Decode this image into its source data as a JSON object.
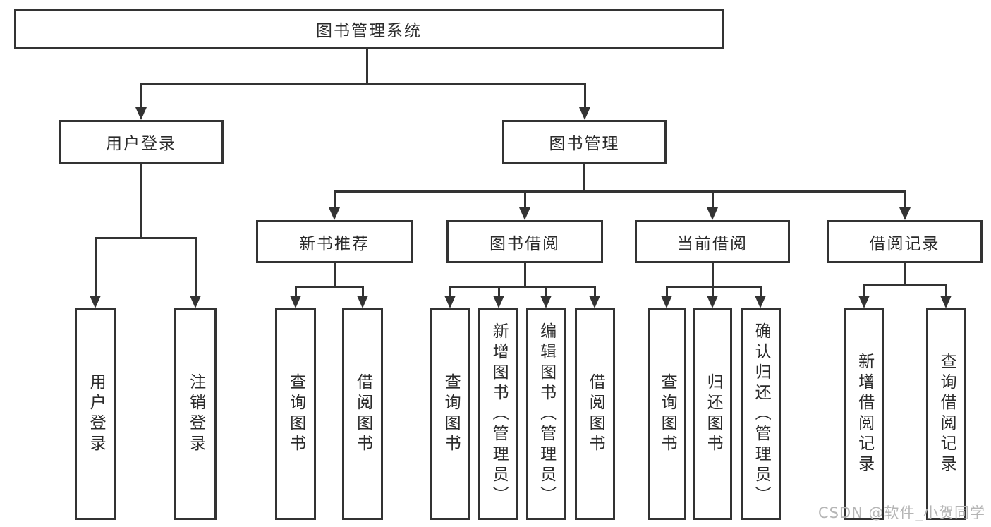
{
  "tree": {
    "root": {
      "label": "图书管理系统",
      "children": [
        {
          "label": "用户登录",
          "children": [
            {
              "label": "用户登录"
            },
            {
              "label": "注销登录"
            }
          ]
        },
        {
          "label": "图书管理",
          "children": [
            {
              "label": "新书推荐",
              "children": [
                {
                  "label": "查询图书"
                },
                {
                  "label": "借阅图书"
                }
              ]
            },
            {
              "label": "图书借阅",
              "children": [
                {
                  "label": "查询图书"
                },
                {
                  "label": "新增图书（管理员）"
                },
                {
                  "label": "编辑图书（管理员）"
                },
                {
                  "label": "借阅图书"
                }
              ]
            },
            {
              "label": "当前借阅",
              "children": [
                {
                  "label": "查询图书"
                },
                {
                  "label": "归还图书"
                },
                {
                  "label": "确认归还（管理员）"
                }
              ]
            },
            {
              "label": "借阅记录",
              "children": [
                {
                  "label": "新增借阅记录"
                },
                {
                  "label": "查询借阅记录"
                }
              ]
            }
          ]
        }
      ]
    }
  },
  "watermark": {
    "text": "CSDN @软件_小贺同学"
  },
  "colors": {
    "line": "#333333",
    "text": "#2b2b2b",
    "background": "#ffffff",
    "watermark": "#b5b5b5"
  }
}
